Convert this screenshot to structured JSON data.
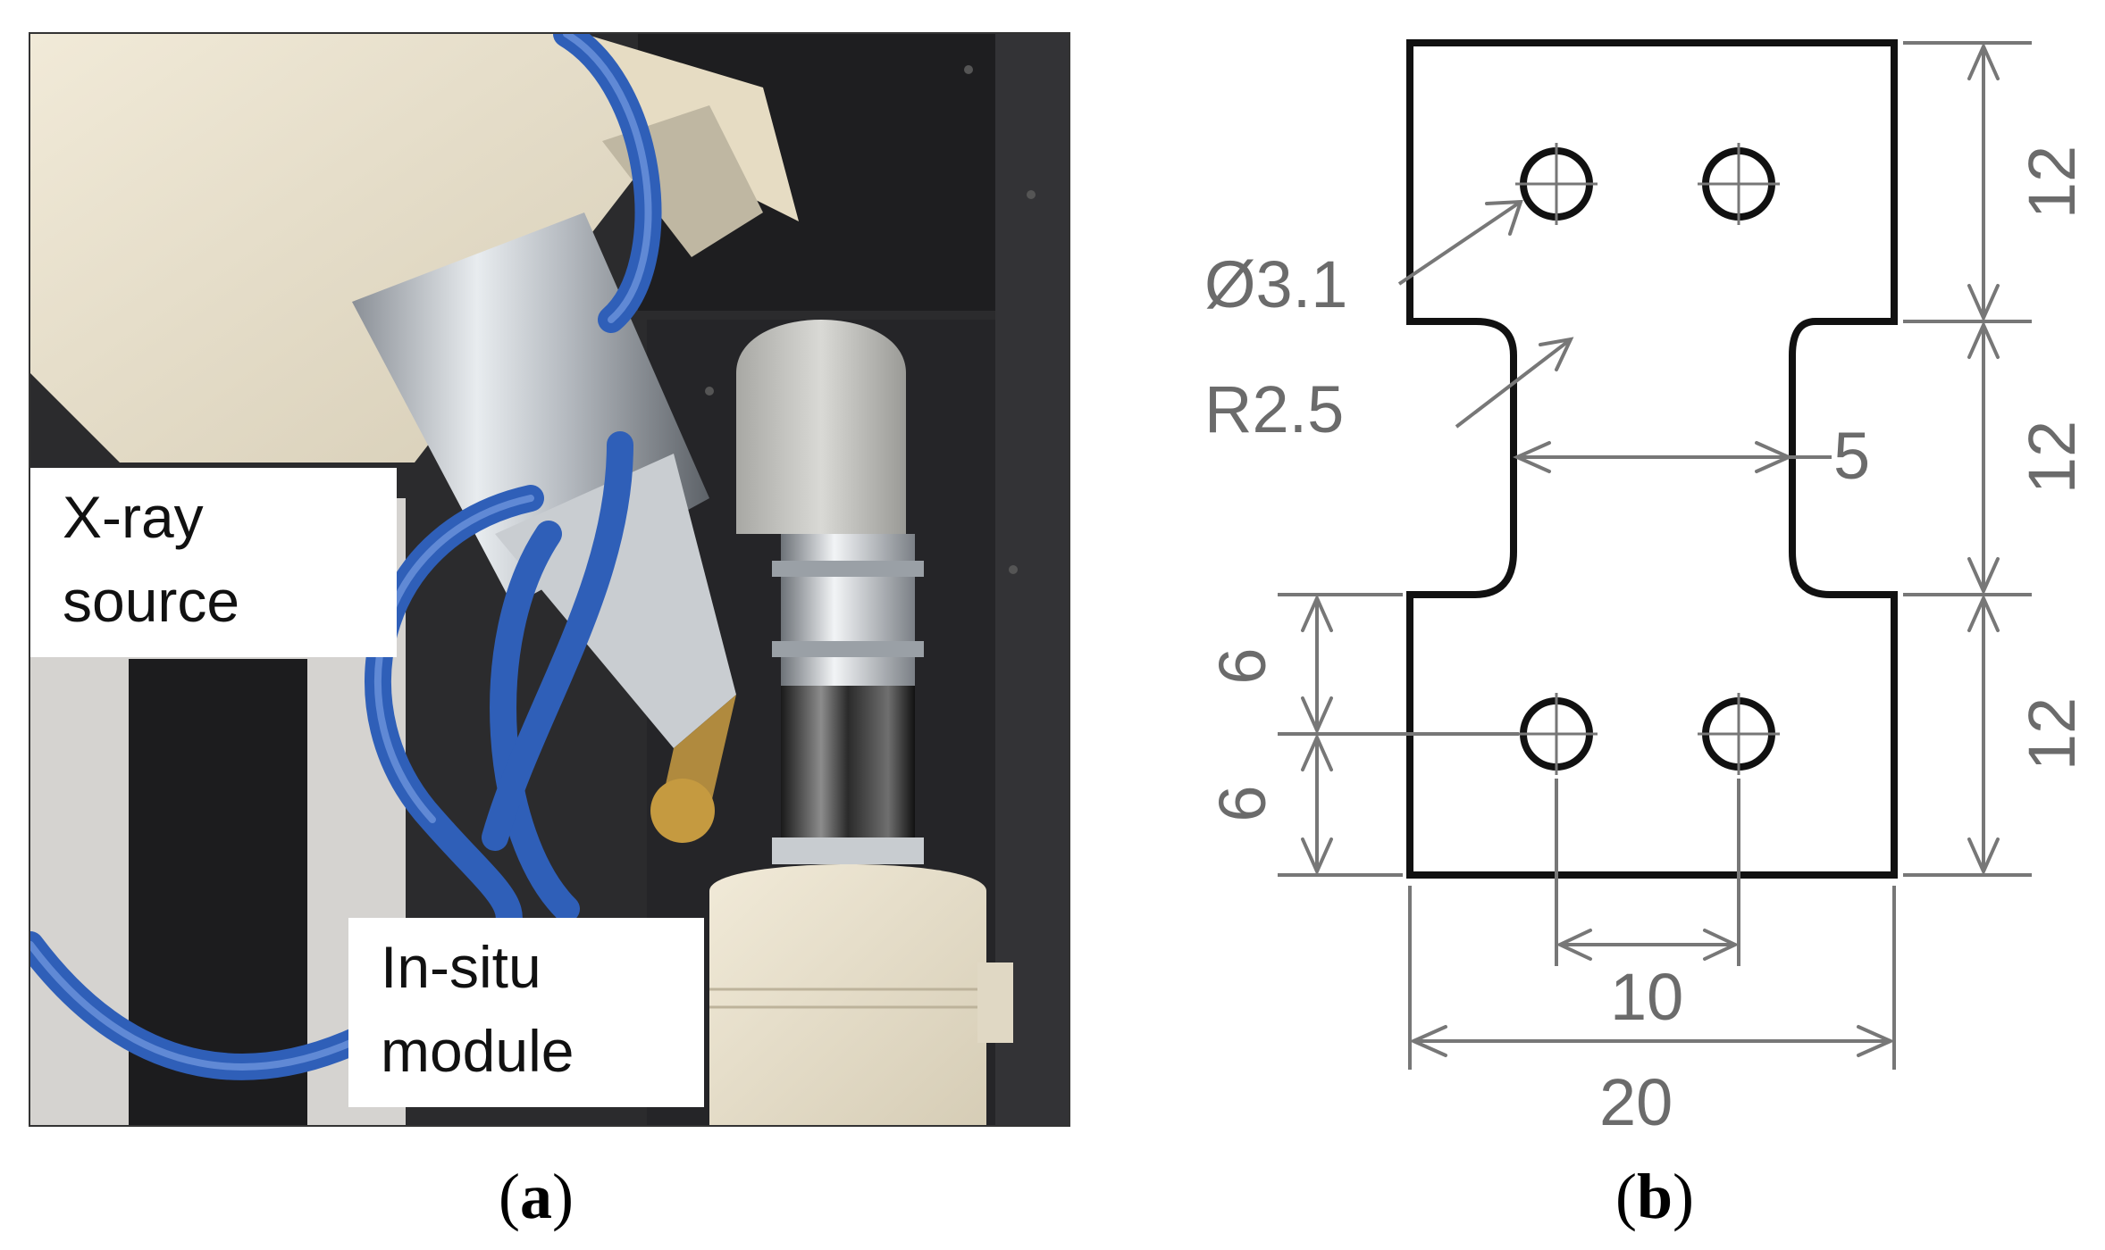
{
  "panel_a": {
    "labels": {
      "xray_line1": "X-ray",
      "xray_line2": "source",
      "insitu_line1": "In-situ",
      "insitu_line2": "module"
    },
    "caption_letter": "a"
  },
  "panel_b": {
    "dimensions": {
      "hole_diameter": "Ø3.1",
      "fillet_radius": "R2.5",
      "gauge_width": "5",
      "segment_top": "12",
      "segment_mid": "12",
      "segment_bottom": "12",
      "hole_offset_upper": "6",
      "hole_offset_lower": "6",
      "hole_spacing": "10",
      "total_width": "20"
    },
    "caption_letter": "b"
  },
  "colors": {
    "outline": "#111111",
    "dimension_lines": "#777777",
    "dimension_text": "#6b6b6b"
  }
}
